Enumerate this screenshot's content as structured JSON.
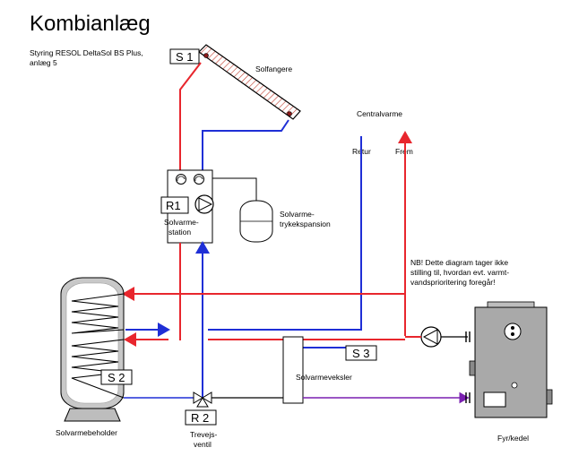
{
  "title": "Kombianlæg",
  "subtitle_lines": [
    "Styring RESOL DeltaSol BS Plus,",
    "anlæg 5"
  ],
  "labels": {
    "solfangere": "Solfangere",
    "centralvarme": "Centralvarme",
    "retur": "Retur",
    "frem": "Frem",
    "solvarmestation": [
      "Solvarme-",
      "station"
    ],
    "trykekspansion": [
      "Solvarme-",
      "trykekspansion"
    ],
    "note": [
      "NB! Dette diagram tager ikke",
      "stilling til, hvordan evt. varmt-",
      "vandsprioritering foregår!"
    ],
    "solvarmeveksler": "Solvarmeveksler",
    "solvarmebeholder": "Solvarmebeholder",
    "trevejsventil": [
      "Trevejs-",
      "ventil"
    ],
    "fyr_kedel": "Fyr/kedel"
  },
  "sensors": {
    "s1": "S 1",
    "r1": "R1",
    "s2": "S 2",
    "s3": "S 3",
    "r2": "R 2"
  },
  "colors": {
    "hot": "#e8262d",
    "cold": "#1f2fd6",
    "mixed": "#7a1fb0",
    "line": "#000000",
    "hatch": "#c0392b",
    "boiler": "#a9a9a9"
  }
}
